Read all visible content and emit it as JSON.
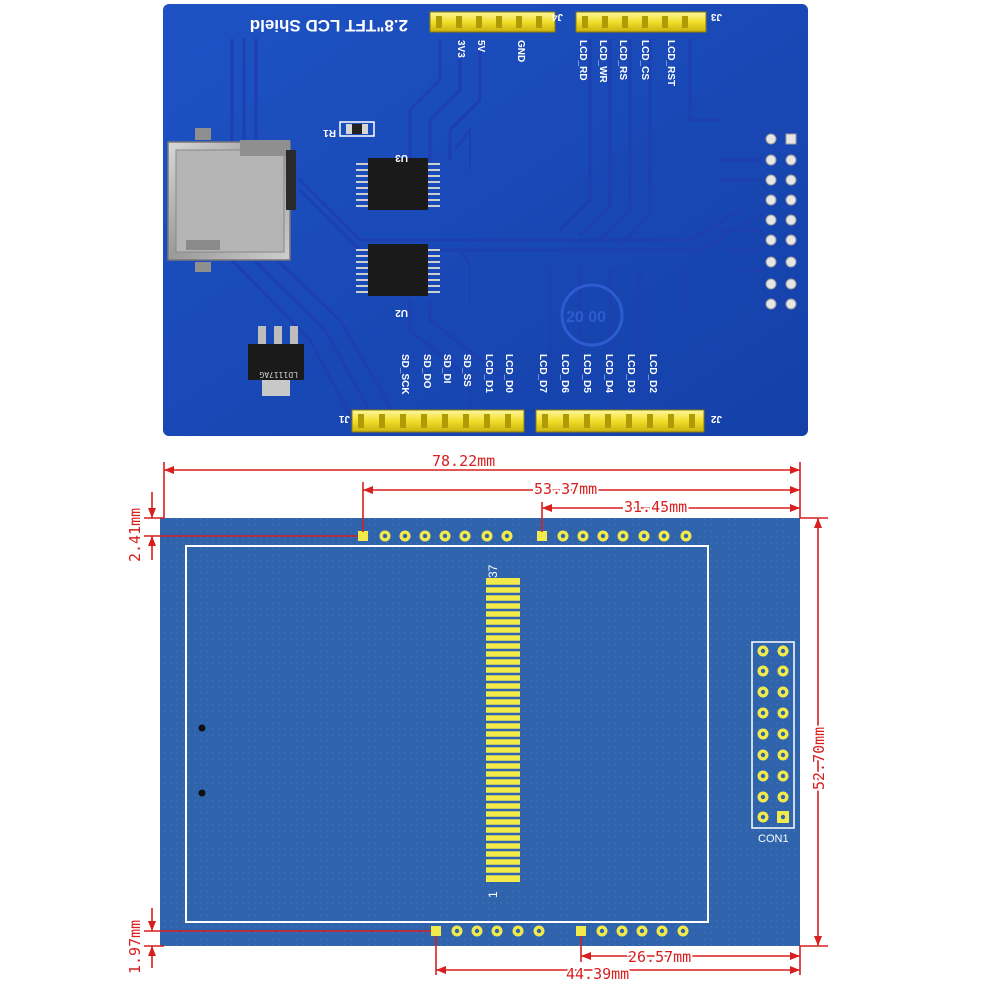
{
  "board": {
    "title": "2.8\"TFT LCD Shield",
    "header_j4_id": "J4",
    "header_j3_id": "J3",
    "header_j1_id": "J1",
    "header_j2_id": "J2",
    "j4_labels": [
      "3V3",
      "5V",
      "GND"
    ],
    "j3_labels": [
      "LCD_RD",
      "LCD_WR",
      "LCD_RS",
      "LCD_CS",
      "LCD_RST"
    ],
    "j1_labels": [
      "SD_SCK",
      "SD_DO",
      "SD_DI",
      "SD_SS",
      "LCD_D1",
      "LCD_D0"
    ],
    "j2_labels": [
      "LCD_D7",
      "LCD_D6",
      "LCD_D5",
      "LCD_D4",
      "LCD_D3",
      "LCD_D2"
    ],
    "u3_label": "U3",
    "u2_label": "U2",
    "r1_label": "R1",
    "regulator_marking": "LD1117AG",
    "logo_text": "20 00",
    "board_color": "#1748b8",
    "silk_color": "#ffffff"
  },
  "drawing": {
    "board_color": "#2f64ad",
    "outline_color": "#ffffff",
    "pad_color": "#f2ea4a",
    "dimension_color": "#d81e1e",
    "fpc_pin_top": "37",
    "fpc_pin_bottom": "1",
    "connector_label": "CON1",
    "dimensions": {
      "overall_width": "78.22mm",
      "top_header_1": "53.37mm",
      "top_header_2": "31.45mm",
      "top_offset": "2.41mm",
      "height": "52.70mm",
      "bottom_offset": "1.97mm",
      "bottom_header_2": "26.57mm",
      "bottom_header_1": "44.39mm"
    }
  }
}
